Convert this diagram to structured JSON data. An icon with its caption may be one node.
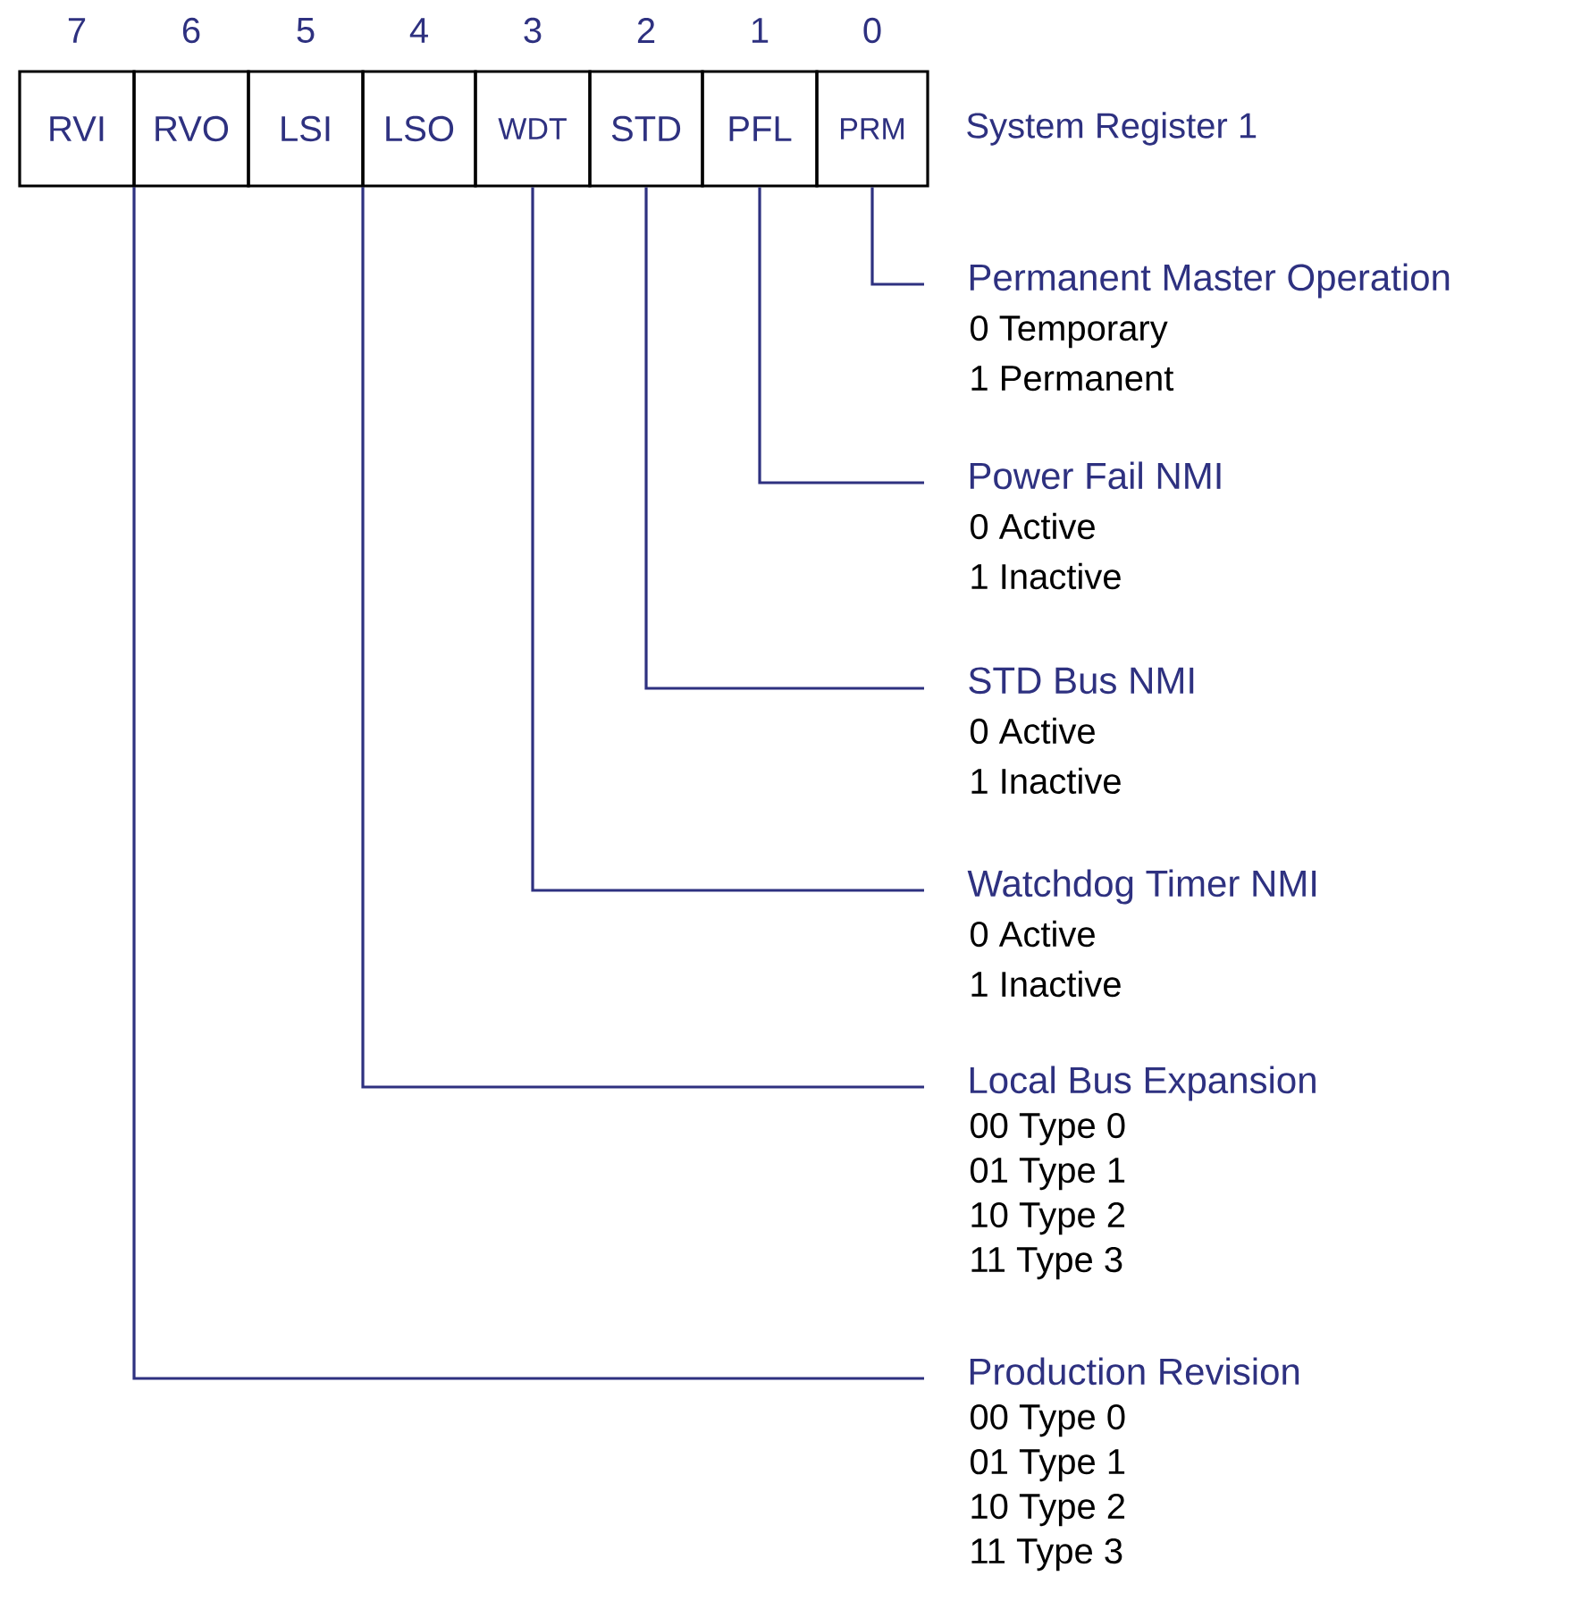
{
  "diagram": {
    "nodes": [
      {
        "text": [
          "RVI"
        ]
      },
      {
        "text": [
          "RVO"
        ]
      },
      {
        "text": [
          "LSI"
        ]
      },
      {
        "text": [
          "LSO"
        ]
      },
      {
        "text": [
          "WDT"
        ]
      },
      {
        "text": [
          "STD"
        ]
      },
      {
        "text": [
          "PFL"
        ]
      },
      {
        "text": [
          "PRM"
        ]
      },
      {
        "text": [
          "Permanent Master Operation",
          "0 Temporary",
          "1 Permanent"
        ]
      },
      {
        "text": [
          "Power Fail NMI",
          "0 Active",
          "1 Inactive"
        ]
      },
      {
        "text": [
          "STD Bus NMI",
          "0 Active",
          "1 Inactive"
        ]
      },
      {
        "text": [
          "Watchdog Timer NMI",
          "0 Active",
          "1 Inactive"
        ]
      },
      {
        "text": [
          "Local Bus Expansion",
          "00 Type 0",
          "01 Type 1",
          "10 Type 2",
          "11 Type 3"
        ]
      },
      {
        "text": [
          "Production Revision",
          "00 Type 0",
          "01 Type 1",
          "10 Type 2",
          "11 Type 3"
        ]
      }
    ],
    "edges": [
      {
        "from": 8,
        "to": 7,
        "arrow": "none"
      },
      {
        "from": 9,
        "to": 6,
        "arrow": "none"
      },
      {
        "from": 10,
        "to": 5,
        "arrow": "none"
      },
      {
        "from": 11,
        "to": 4,
        "arrow": "none"
      },
      {
        "from": 12,
        "to": 2,
        "arrow": "none"
      },
      {
        "from": 12,
        "to": 3,
        "arrow": "none"
      },
      {
        "from": 13,
        "to": 0,
        "arrow": "none"
      },
      {
        "from": 13,
        "to": 1,
        "arrow": "none"
      }
    ],
    "labels": [
      "7",
      "6",
      "5",
      "4",
      "3",
      "2",
      "1",
      "0",
      "System Register 1"
    ]
  }
}
